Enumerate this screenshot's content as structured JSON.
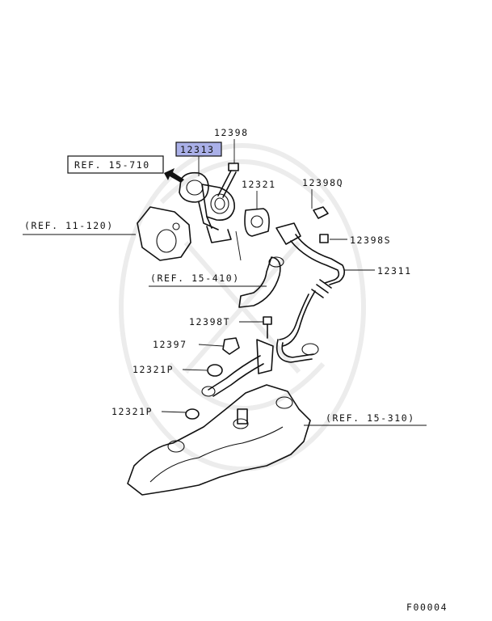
{
  "callouts": {
    "p12398": "12398",
    "p12313": "12313",
    "ref_15_710": "REF. 15-710",
    "p12321": "12321",
    "p12398Q": "12398Q",
    "ref_11_120": "(REF. 11-120)",
    "p12398S": "12398S",
    "p12311": "12311",
    "ref_15_410": "(REF. 15-410)",
    "p12398T": "12398T",
    "p12397": "12397",
    "p12321P_a": "12321P",
    "p12321P_b": "12321P",
    "ref_15_310": "(REF. 15-310)"
  },
  "highlight_color": "#aab0e8",
  "figure_id": "F00004"
}
